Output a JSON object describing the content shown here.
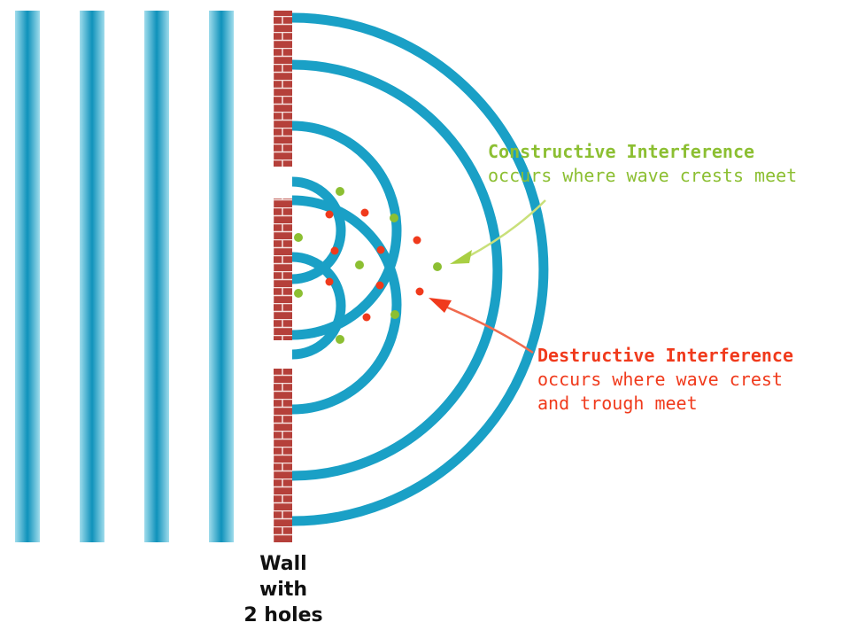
{
  "colors": {
    "wave": "#1aa0c6",
    "wave_dark": "#0a7fa3",
    "brick": "#b5403a",
    "mortar": "#ffffff",
    "constructive": "#8cbf32",
    "destructive": "#f03a1c",
    "text_dark": "#111111"
  },
  "constructive": {
    "heading": "Constructive Interference",
    "text": "occurs where wave crests meet"
  },
  "destructive": {
    "heading": "Destructive Interference",
    "line1": "occurs where wave crest",
    "line2": "and trough meet"
  },
  "wall": {
    "line1": "Wall",
    "line2": "with",
    "line3": "2 holes"
  },
  "icons": {
    "constructive_arrow": "arrow-icon",
    "destructive_arrow": "arrow-icon"
  }
}
